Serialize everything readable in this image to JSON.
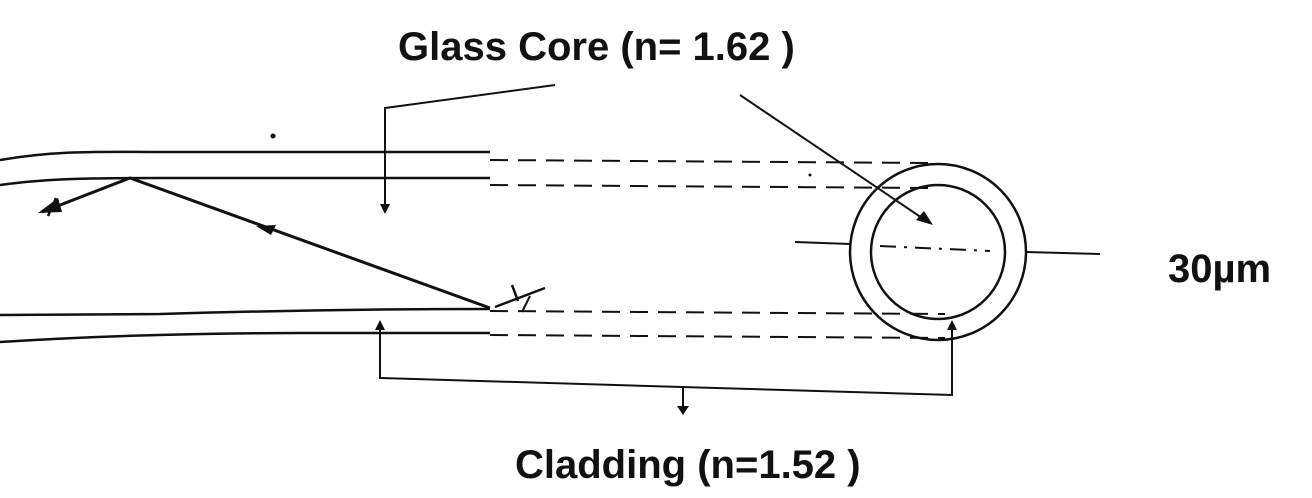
{
  "labels": {
    "core": "Glass Core (n= 1.62 )",
    "cladding": "Cladding (n=1.52 )",
    "diameter": "30µm"
  },
  "colors": {
    "ink": "#111111",
    "background": "#ffffff"
  }
}
